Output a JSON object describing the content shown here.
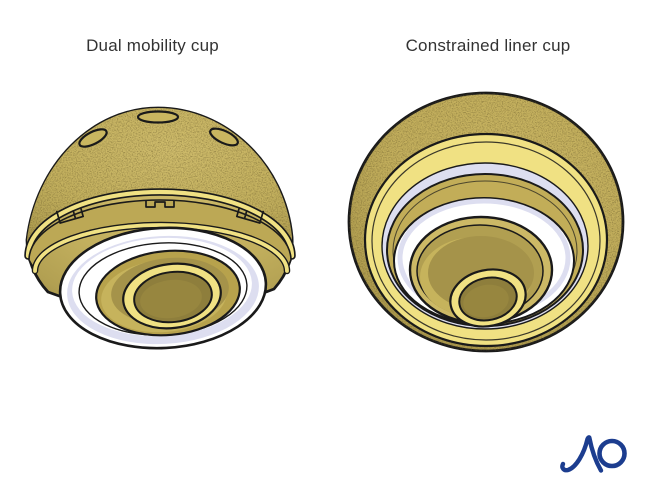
{
  "figures": [
    {
      "id": "dual-mobility",
      "label": "Dual mobility cup"
    },
    {
      "id": "constrained-liner",
      "label": "Constrained liner cup"
    }
  ],
  "logo": {
    "text": "AO",
    "color": "#1C3D8F"
  },
  "colors": {
    "background": "#FFFFFF",
    "label_text": "#333333",
    "outline": "#1A1A1A",
    "shell_gold": "#C7B364",
    "band_gold": "#BCA855",
    "bright_yellow": "#F0E183",
    "lavender": "#DDDEF0",
    "liner_white": "#FFFFFF",
    "olive_ring": "#C2AD58",
    "cavity_gold": "#B7A24C",
    "cavity_light": "#C6B35C",
    "cavity_dark": "#A5934A",
    "assembly_light": "#CCB966",
    "assembly_mid": "#B19F51",
    "bore_dark": "#8E7E3C",
    "bore_light": "#97863F",
    "ao_blue": "#1C3D8F"
  }
}
